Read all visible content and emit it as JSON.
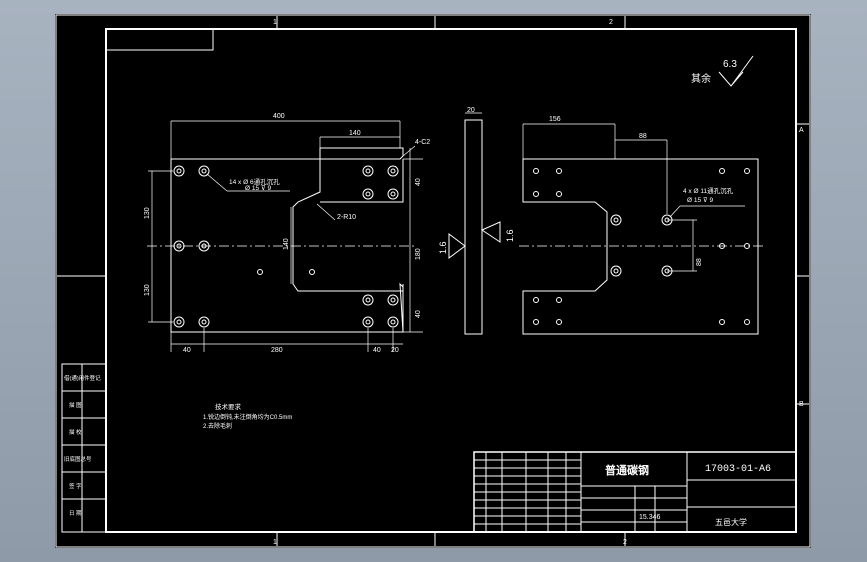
{
  "drawing": {
    "zone_columns": [
      "1",
      "2"
    ],
    "zone_rows": [
      "A",
      "B"
    ],
    "roughness_other_label": "其余",
    "roughness_other_value": "6.3",
    "left_view": {
      "dims": {
        "total_width": "400",
        "slot_width": "140",
        "chamfer": "4-C2",
        "upper_height": "130",
        "lower_height": "130",
        "slot_depth": "140",
        "total_height": "180",
        "edge_top": "40",
        "edge_bottom": "40",
        "bottom_left": "40",
        "bottom_mid": "280",
        "bottom_r1": "40",
        "bottom_r2": "20",
        "fillet": "2-R10"
      },
      "hole_note": "14 x Ø 6通孔沉孔",
      "hole_note2": "Ø 15 ⊽ 9"
    },
    "side_view": {
      "thickness": "20",
      "roughness_a": "1.6",
      "roughness_b": "1.6"
    },
    "right_view": {
      "dims": {
        "left_offset": "156",
        "hole_offset": "88",
        "vertical": "88"
      },
      "hole_note": "4 x Ø 11通孔沉孔",
      "hole_note2": "Ø 15 ⊽ 9"
    },
    "tech_notes": {
      "title": "技术要求",
      "items": [
        "1.锐边倒钝,未注倒角均为C0.5mm",
        "2.去除毛刺"
      ]
    }
  },
  "left_column": [
    "借(通)用件登记",
    "描 图",
    "描 校",
    "旧底图总号",
    "签 字",
    "日 期"
  ],
  "title_block": {
    "part_name": "普通碳钢",
    "drawing_no": "17003-01-A6",
    "weight": "15.346",
    "company": "五邑大学"
  }
}
